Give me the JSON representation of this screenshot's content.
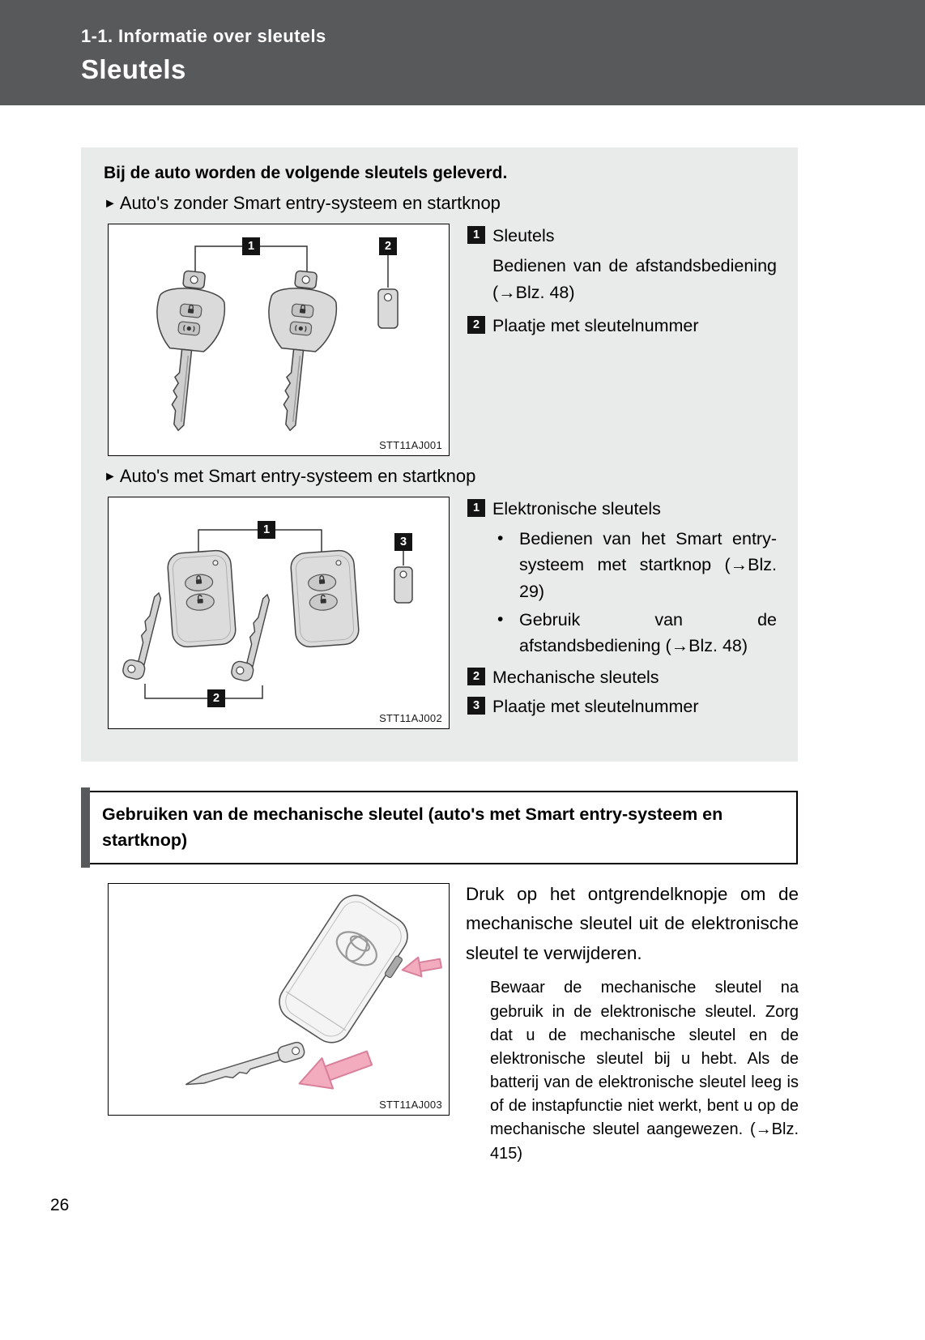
{
  "glyphs": {
    "pointer": "►",
    "bullet": "•"
  },
  "colors": {
    "header_bg": "#58595b",
    "panel_bg": "#e9eaea",
    "marker_bg": "#141414",
    "arrow_pink": "#f3abbe"
  },
  "page": {
    "number": "26"
  },
  "header": {
    "section": "1-1. Informatie over sleutels",
    "title": "Sleutels"
  },
  "keys_overview": {
    "intro": "Bij de auto worden de volgende sleutels geleverd.",
    "without_smart": {
      "heading": "Auto's zonder Smart entry-systeem en startknop",
      "figure_code": "STT11AJ001",
      "markers": [
        "1",
        "2"
      ],
      "items": [
        {
          "marker": "1",
          "title": "Sleutels",
          "desc": "Bedienen van de afstandsbediening (→Blz. 48)"
        },
        {
          "marker": "2",
          "title": "Plaatje met sleutelnummer"
        }
      ]
    },
    "with_smart": {
      "heading": "Auto's met Smart entry-systeem en startknop",
      "figure_code": "STT11AJ002",
      "markers": [
        "1",
        "2",
        "3"
      ],
      "items": [
        {
          "marker": "1",
          "title": "Elektronische sleutels",
          "bullets": [
            "Bedienen van het Smart entry-systeem met startknop (→Blz. 29)",
            "Gebruik van de afstandsbediening (→Blz. 48)"
          ]
        },
        {
          "marker": "2",
          "title": "Mechanische sleutels"
        },
        {
          "marker": "3",
          "title": "Plaatje met sleutelnummer"
        }
      ]
    }
  },
  "mechanical_key_section": {
    "heading": "Gebruiken van de mechanische sleutel (auto's met Smart entry-systeem en startknop)",
    "figure_code": "STT11AJ003",
    "paragraph": "Druk op het ontgrendelknopje om de mechanische sleutel uit de elektronische sleutel te verwijderen.",
    "note": "Bewaar de mechanische sleutel na gebruik in de elektronische sleutel. Zorg dat u de mechanische sleutel en de elektronische sleutel bij u hebt. Als de batterij van de elektronische sleutel leeg is of de instapfunctie niet werkt, bent u op de mechanische sleutel aangewezen. (→Blz. 415)"
  }
}
